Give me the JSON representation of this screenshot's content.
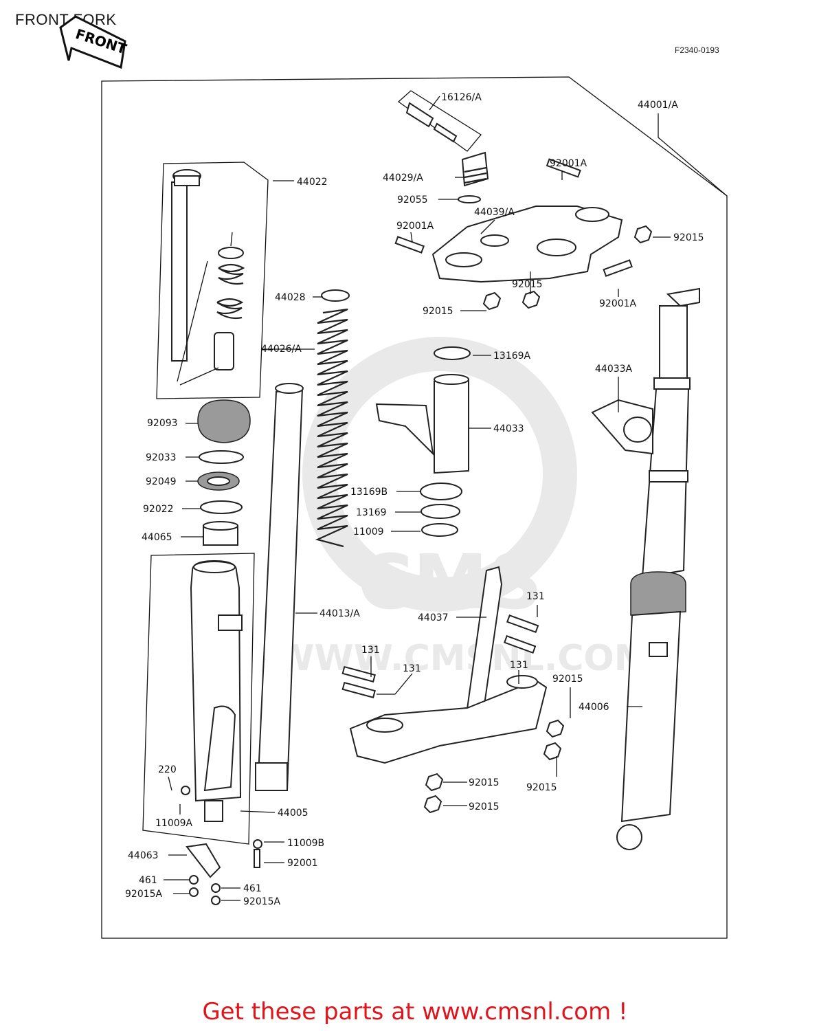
{
  "title": "FRONT FORK",
  "front_arrow_label": "FRONT",
  "diagram_code": "F2340-0193",
  "watermark": {
    "logo": "CMS",
    "url": "WWW.CMSNL.COM"
  },
  "footer": "Get these parts at www.cmsnl.com !",
  "parts": {
    "p16126": "16126/A",
    "p44001": "44001/A",
    "p44022": "44022",
    "p92001a_top": "92001A",
    "p44029": "44029/A",
    "p92055": "92055",
    "p44039": "44039/A",
    "p92001a_left": "92001A",
    "p92015_right": "92015",
    "p92015_mid": "92015",
    "p44028": "44028",
    "p92015_left": "92015",
    "p92001a_right": "92001A",
    "p13169a": "13169A",
    "p44026": "44026/A",
    "p44033a": "44033A",
    "p92093": "92093",
    "p44033": "44033",
    "p92033": "92033",
    "p92049": "92049",
    "p13169b": "13169B",
    "p92022": "92022",
    "p13169": "13169",
    "p44065": "44065",
    "p11009": "11009",
    "p131_a": "131",
    "p44013": "44013/A",
    "p44037": "44037",
    "p131_b": "131",
    "p131_c": "131",
    "p131_d": "131",
    "p92015_r2": "92015",
    "p44006": "44006",
    "p220": "220",
    "p92015_b1": "92015",
    "p92015_b2": "92015",
    "p92015_b3": "92015",
    "p11009a": "11009A",
    "p44005": "44005",
    "p11009b": "11009B",
    "p44063": "44063",
    "p92001": "92001",
    "p461_a": "461",
    "p461_b": "461",
    "p92015a_a": "92015A",
    "p92015a_b": "92015A"
  }
}
